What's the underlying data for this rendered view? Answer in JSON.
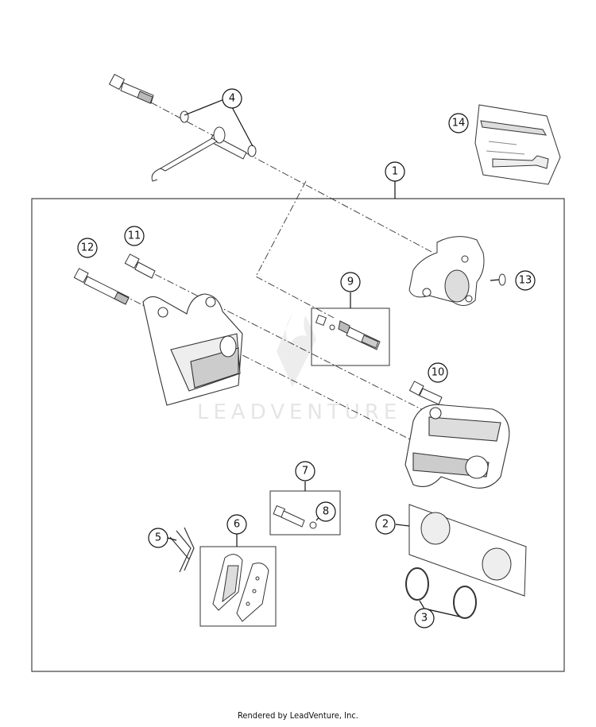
{
  "callouts": [
    {
      "id": "1",
      "label": "1"
    },
    {
      "id": "2",
      "label": "2"
    },
    {
      "id": "3",
      "label": "3"
    },
    {
      "id": "4",
      "label": "4"
    },
    {
      "id": "5",
      "label": "5"
    },
    {
      "id": "6",
      "label": "6"
    },
    {
      "id": "7",
      "label": "7"
    },
    {
      "id": "8",
      "label": "8"
    },
    {
      "id": "9",
      "label": "9"
    },
    {
      "id": "10",
      "label": "10"
    },
    {
      "id": "11",
      "label": "11"
    },
    {
      "id": "12",
      "label": "12"
    },
    {
      "id": "13",
      "label": "13"
    },
    {
      "id": "14",
      "label": "14"
    }
  ],
  "watermark": "LEADVENTURE",
  "footer": "Rendered by LeadVenture, Inc."
}
